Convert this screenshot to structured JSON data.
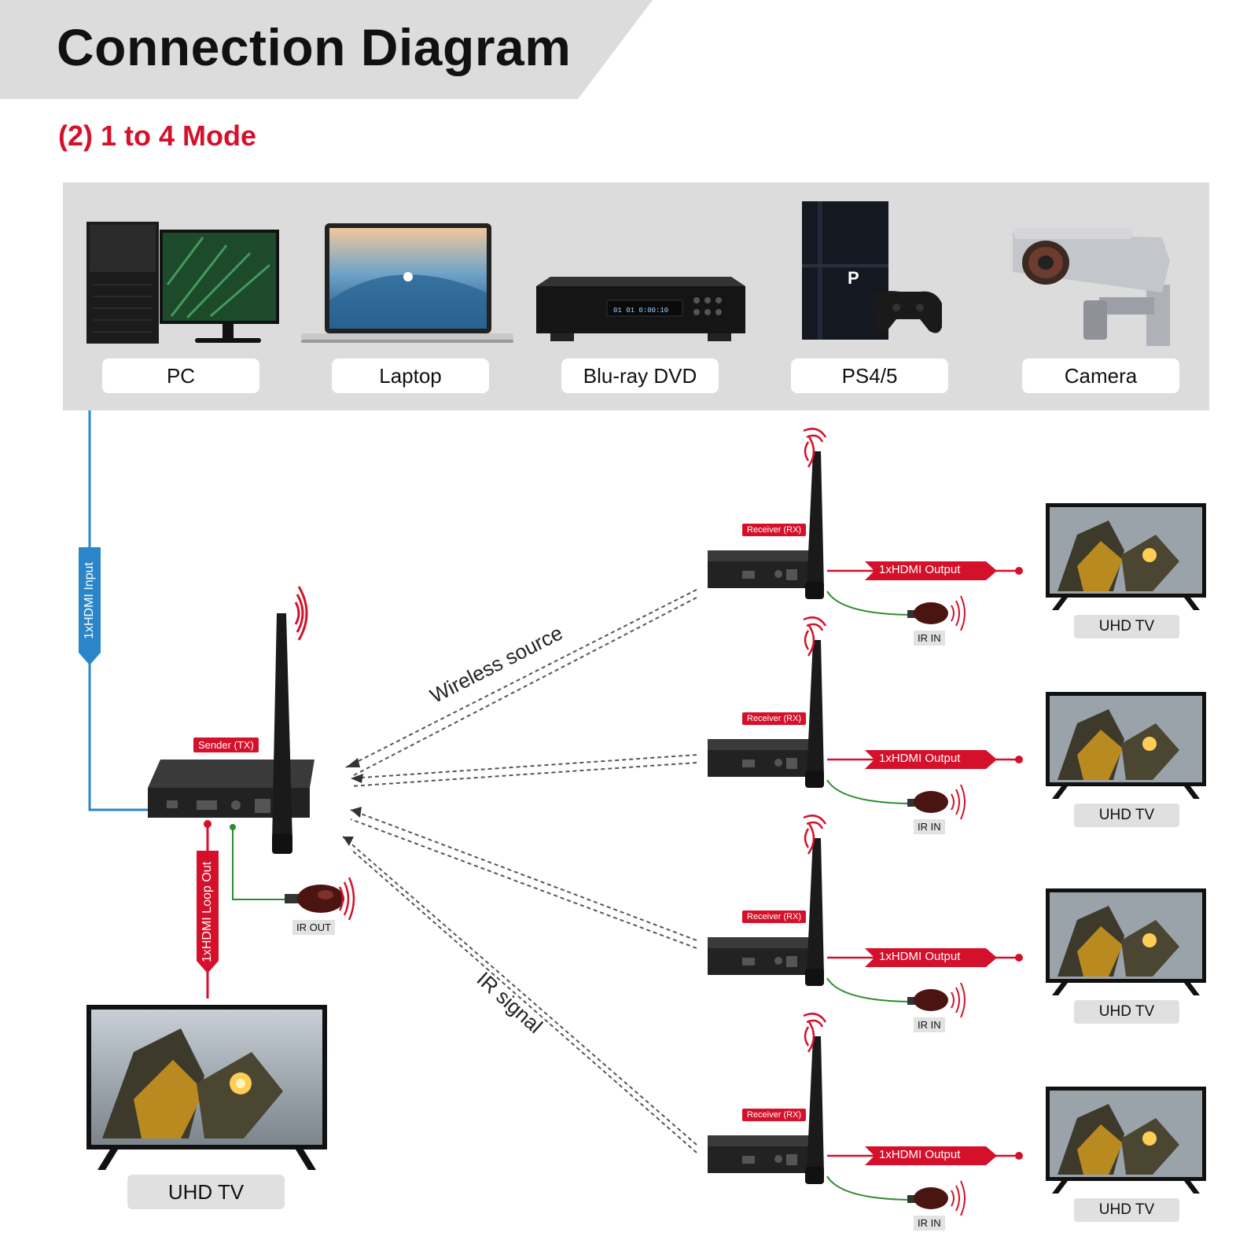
{
  "header": {
    "title": "Connection Diagram",
    "subtitle": "(2) 1 to 4 Mode"
  },
  "sources": [
    {
      "label": "PC",
      "icon": "pc-icon"
    },
    {
      "label": "Laptop",
      "icon": "laptop-icon"
    },
    {
      "label": "Blu-ray DVD",
      "icon": "bluray-player-icon"
    },
    {
      "label": "PS4/5",
      "icon": "game-console-icon"
    },
    {
      "label": "Camera",
      "icon": "cctv-camera-icon"
    }
  ],
  "sender": {
    "tag": "Sender (TX)",
    "input_label": "1xHDMI Input",
    "loop_label": "1xHDMI Loop Out",
    "ir_label": "IR OUT",
    "tv_label": "UHD TV"
  },
  "links": {
    "wireless": "Wireless source",
    "ir": "IR signal"
  },
  "receivers": [
    {
      "tag": "Receiver (RX)",
      "output": "1xHDMI Output",
      "ir": "IR IN",
      "tv": "UHD TV"
    },
    {
      "tag": "Receiver (RX)",
      "output": "1xHDMI Output",
      "ir": "IR IN",
      "tv": "UHD TV"
    },
    {
      "tag": "Receiver (RX)",
      "output": "1xHDMI Output",
      "ir": "IR IN",
      "tv": "UHD TV"
    },
    {
      "tag": "Receiver (RX)",
      "output": "1xHDMI Output",
      "ir": "IR IN",
      "tv": "UHD TV"
    }
  ],
  "colors": {
    "accent_red": "#d5102a",
    "input_blue": "#2a86c8",
    "ir_green": "#2e8b2e",
    "panel_gray": "#dcdcdc"
  }
}
